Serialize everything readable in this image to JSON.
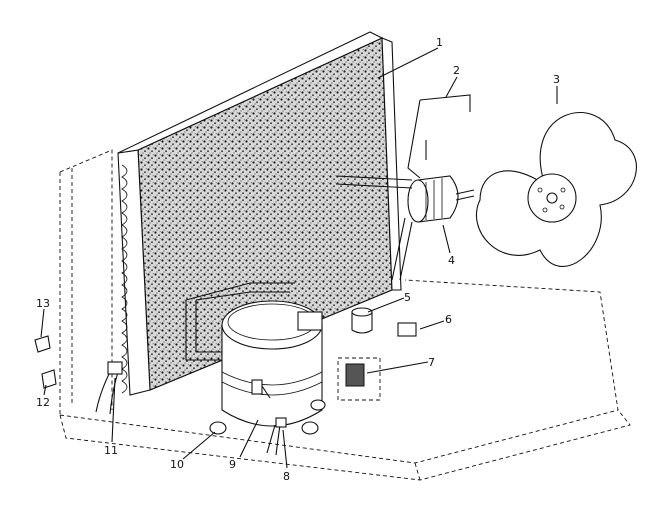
{
  "diagram": {
    "callouts": [
      {
        "id": 1,
        "label": "1"
      },
      {
        "id": 2,
        "label": "2"
      },
      {
        "id": 3,
        "label": "3"
      },
      {
        "id": 4,
        "label": "4"
      },
      {
        "id": 5,
        "label": "5"
      },
      {
        "id": 6,
        "label": "6"
      },
      {
        "id": 7,
        "label": "7"
      },
      {
        "id": 8,
        "label": "8"
      },
      {
        "id": 9,
        "label": "9"
      },
      {
        "id": 10,
        "label": "10"
      },
      {
        "id": 11,
        "label": "11"
      },
      {
        "id": 12,
        "label": "12"
      },
      {
        "id": 13,
        "label": "13"
      }
    ]
  }
}
